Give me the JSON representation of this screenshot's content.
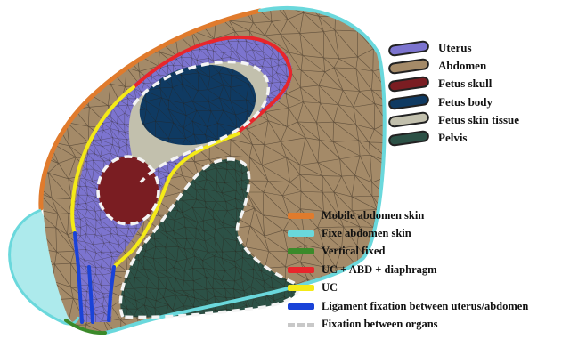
{
  "colors": {
    "uterus": "#7c74cf",
    "abdomen": "#a48a68",
    "fetus_skull": "#7a1d22",
    "fetus_body": "#0f3a62",
    "fetus_skin": "#c2c0ad",
    "pelvis": "#2c5146",
    "mobile_skin": "#e07b2d",
    "fixe_skin": "#6ad8dc",
    "vertical_fixed": "#3b8a2a",
    "uc_abd_diaphragm": "#e8262b",
    "uc": "#f4ea17",
    "ligament": "#1a43d8",
    "fixation_organs": "#c8c8c8",
    "mesh_line": "#2a2018"
  },
  "legend_tissues": [
    {
      "label": "Uterus",
      "swatch": "uterus"
    },
    {
      "label": "Abdomen",
      "swatch": "abdomen"
    },
    {
      "label": "Fetus skull",
      "swatch": "fetus_skull"
    },
    {
      "label": "Fetus body",
      "swatch": "fetus_body"
    },
    {
      "label": "Fetus skin tissue",
      "swatch": "fetus_skin"
    },
    {
      "label": "Pelvis",
      "swatch": "pelvis"
    }
  ],
  "legend_boundary": [
    {
      "label": "Mobile abdomen skin",
      "swatch": "mobile_skin",
      "style": "solid"
    },
    {
      "label": "Fixe abdomen skin",
      "swatch": "fixe_skin",
      "style": "solid"
    },
    {
      "label": "Vertical fixed",
      "swatch": "vertical_fixed",
      "style": "solid"
    },
    {
      "label": "UC + ABD + diaphragm",
      "swatch": "uc_abd_diaphragm",
      "style": "solid"
    },
    {
      "label": "UC",
      "swatch": "uc",
      "style": "solid"
    },
    {
      "label": "Ligament fixation between uterus/abdomen",
      "swatch": "ligament",
      "style": "solid"
    },
    {
      "label": "Fixation between organs",
      "swatch": "fixation_organs",
      "style": "dashed"
    }
  ]
}
